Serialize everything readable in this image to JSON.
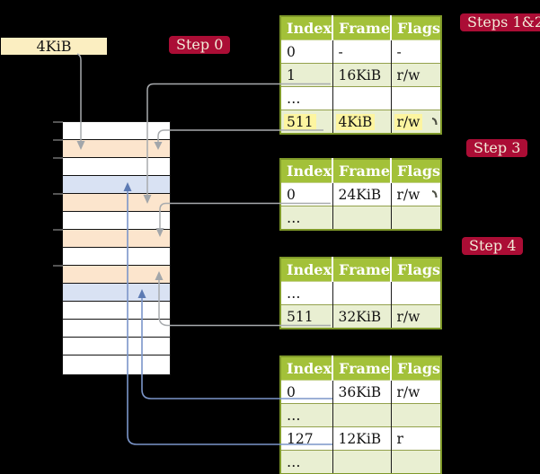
{
  "frame_box": {
    "label": "4KiB"
  },
  "step_badges": [
    {
      "label": "Step 0"
    },
    {
      "label": "Steps 1&2"
    },
    {
      "label": "Step 3"
    },
    {
      "label": "Step 4"
    }
  ],
  "physical_memory": {
    "rows": [
      {
        "fill": "white"
      },
      {
        "fill": "peach"
      },
      {
        "fill": "white"
      },
      {
        "fill": "blue"
      },
      {
        "fill": "peach"
      },
      {
        "fill": "white"
      },
      {
        "fill": "peach"
      },
      {
        "fill": "white"
      },
      {
        "fill": "peach"
      },
      {
        "fill": "blue"
      },
      {
        "fill": "white"
      },
      {
        "fill": "white"
      },
      {
        "fill": "white"
      },
      {
        "fill": "white"
      }
    ]
  },
  "page_tables": [
    {
      "badge": "Steps 1&2",
      "columns": [
        "Index",
        "Frame",
        "Flags"
      ],
      "rows": [
        {
          "cells": [
            "0",
            "-",
            "-"
          ],
          "fill": "white",
          "highlight": false
        },
        {
          "cells": [
            "1",
            "16KiB",
            "r/w"
          ],
          "fill": "green",
          "highlight": false
        },
        {
          "cells": [
            "…",
            "",
            ""
          ],
          "fill": "white",
          "highlight": false
        },
        {
          "cells": [
            "511",
            "4KiB",
            "r/w"
          ],
          "fill": "green",
          "highlight": true
        }
      ]
    },
    {
      "badge": "Step 3",
      "columns": [
        "Index",
        "Frame",
        "Flags"
      ],
      "rows": [
        {
          "cells": [
            "0",
            "24KiB",
            "r/w"
          ],
          "fill": "white",
          "highlight": false
        },
        {
          "cells": [
            "…",
            "",
            ""
          ],
          "fill": "green",
          "highlight": false
        }
      ]
    },
    {
      "badge": "Step 4",
      "columns": [
        "Index",
        "Frame",
        "Flags"
      ],
      "rows": [
        {
          "cells": [
            "…",
            "",
            ""
          ],
          "fill": "white",
          "highlight": false
        },
        {
          "cells": [
            "511",
            "32KiB",
            "r/w"
          ],
          "fill": "green",
          "highlight": false
        }
      ]
    },
    {
      "badge": "",
      "columns": [
        "Index",
        "Frame",
        "Flags"
      ],
      "rows": [
        {
          "cells": [
            "0",
            "36KiB",
            "r/w"
          ],
          "fill": "white",
          "highlight": false
        },
        {
          "cells": [
            "…",
            "",
            ""
          ],
          "fill": "green",
          "highlight": false
        },
        {
          "cells": [
            "127",
            "12KiB",
            "r"
          ],
          "fill": "white",
          "highlight": false
        },
        {
          "cells": [
            "…",
            "",
            ""
          ],
          "fill": "green",
          "highlight": false
        }
      ]
    }
  ],
  "connectors": [
    {
      "from": "frame-size-label 4KiB",
      "to": "memory row 2",
      "color": "gray"
    },
    {
      "from": "table-1 row 1 (16KiB)",
      "to": "memory row 5",
      "color": "gray"
    },
    {
      "from": "table-1 row 511 (4KiB)",
      "to": "memory row 2",
      "color": "gray"
    },
    {
      "from": "table-2 row 0 (24KiB)",
      "to": "memory row 7",
      "color": "gray"
    },
    {
      "from": "table-3 row 511 (32KiB)",
      "to": "memory row 9",
      "color": "gray"
    },
    {
      "from": "table-4 row 0 (36KiB)",
      "to": "memory row 10",
      "color": "blue"
    },
    {
      "from": "table-4 row 127 (12KiB)",
      "to": "memory row 4",
      "color": "blue"
    }
  ],
  "colors": {
    "badge_red": "#ab0d35",
    "table_header_green": "#a3c139",
    "table_row_green": "#e9efd2",
    "table_border_olive": "#7f9929",
    "memory_peach": "#fce5cd",
    "memory_blue": "#d9e2f3",
    "highlight_yellow": "#fdf5a0",
    "frame_label_cream": "#fbeec1",
    "connector_gray": "#a8abae",
    "connector_blue": "#7b95c9"
  }
}
